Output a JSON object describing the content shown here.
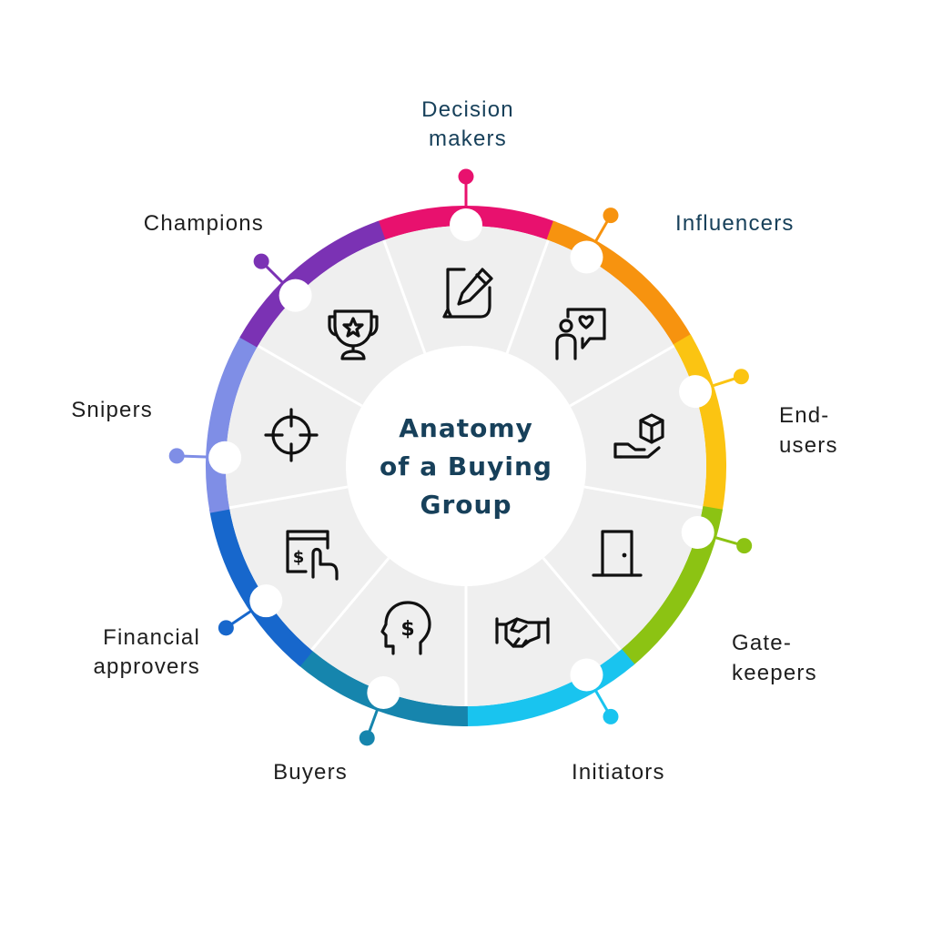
{
  "center": {
    "line1": "Anatomy",
    "line2": "of a Buying",
    "line3": "Group"
  },
  "roles": [
    {
      "id": "decision-makers",
      "line1": "Decision",
      "line2": "makers",
      "color": "#e8116e",
      "icon": "signature-pen-icon"
    },
    {
      "id": "influencers",
      "line1": "Influencers",
      "line2": "",
      "color": "#f7930f",
      "icon": "person-heart-bubble-icon"
    },
    {
      "id": "end-users",
      "line1": "End-",
      "line2": "users",
      "color": "#fbc412",
      "icon": "hand-package-icon"
    },
    {
      "id": "gatekeepers",
      "line1": "Gate-",
      "line2": "keepers",
      "color": "#8cc313",
      "icon": "door-icon"
    },
    {
      "id": "initiators",
      "line1": "Initiators",
      "line2": "",
      "color": "#19c4ef",
      "icon": "handshake-icon"
    },
    {
      "id": "buyers",
      "line1": "Buyers",
      "line2": "",
      "color": "#1685ad",
      "icon": "head-dollar-icon"
    },
    {
      "id": "financial-approvers",
      "line1": "Financial",
      "line2": "approvers",
      "color": "#1767cc",
      "icon": "finger-tap-dollar-icon"
    },
    {
      "id": "snipers",
      "line1": "Snipers",
      "line2": "",
      "color": "#7f8ee6",
      "icon": "crosshair-icon"
    },
    {
      "id": "champions",
      "line1": "Champions",
      "line2": "",
      "color": "#7b32b4",
      "icon": "trophy-star-icon"
    }
  ],
  "colors": {
    "segment_fill": "#efefef",
    "divider": "#ffffff",
    "title": "#17405a"
  }
}
